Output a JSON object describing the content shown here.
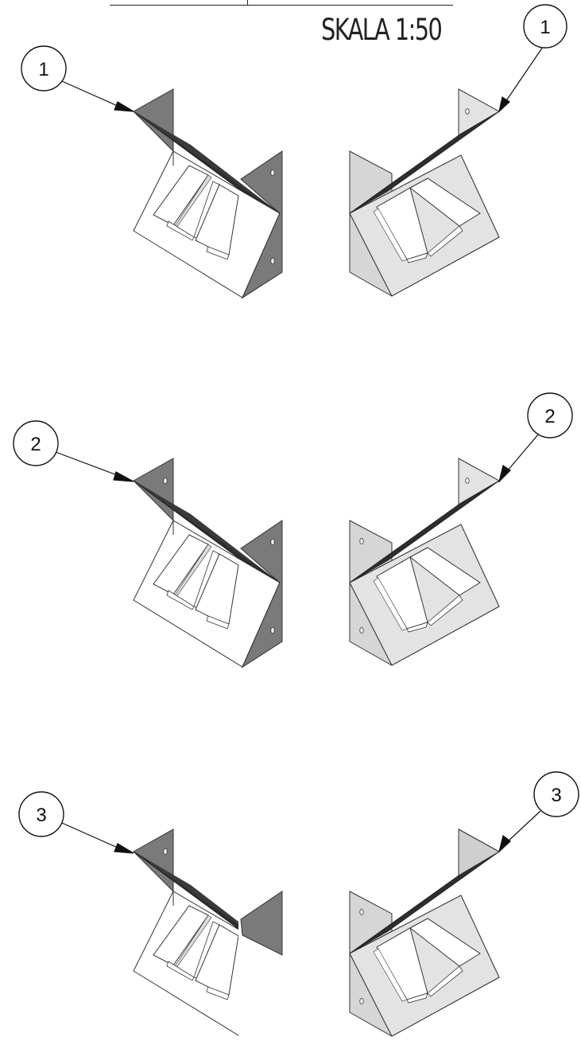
{
  "drawing": {
    "scale_label": "SKALA 1:50",
    "balloons": [
      {
        "id": "b1-left",
        "label": "1"
      },
      {
        "id": "b1-right",
        "label": "1"
      },
      {
        "id": "b2-left",
        "label": "2"
      },
      {
        "id": "b2-right",
        "label": "2"
      },
      {
        "id": "b3-left",
        "label": "3"
      },
      {
        "id": "b3-right",
        "label": "3"
      }
    ]
  },
  "colors": {
    "line": "#222222",
    "dark_band": "#2e2e2e",
    "mid_gray": "#7a7a7a",
    "light_gray": "#e3e3e3",
    "panel_white": "#ffffff",
    "left_flap_gray": "#d6d6d6"
  }
}
